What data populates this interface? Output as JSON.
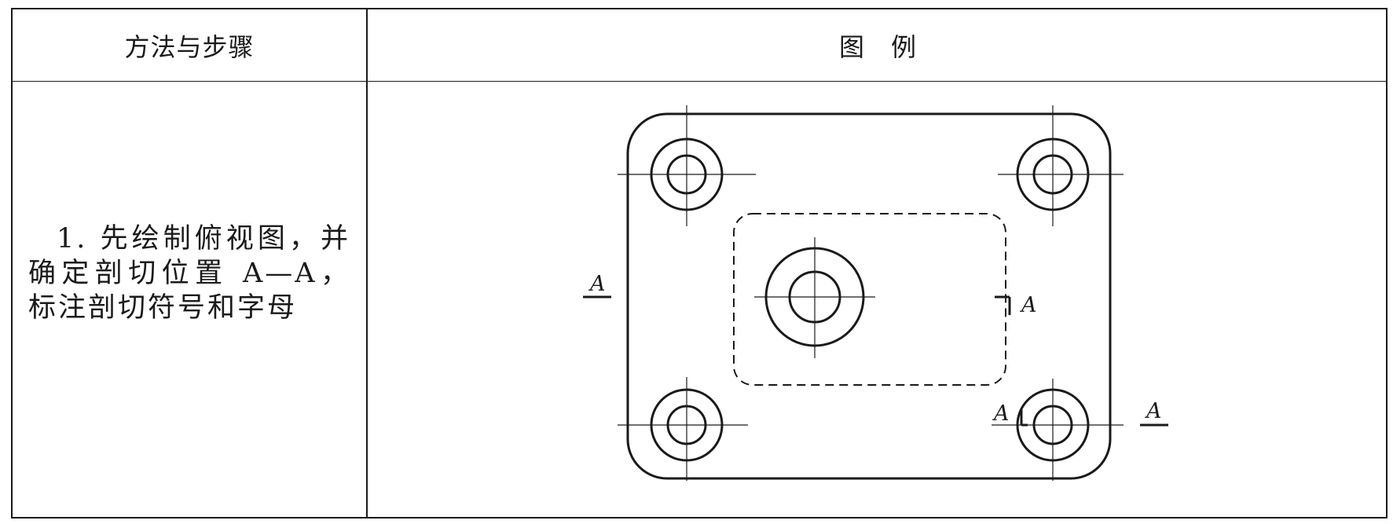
{
  "table": {
    "headers": [
      "方法与步骤",
      "图例"
    ],
    "rows": [
      {
        "step_text": "1. 先绘制俯视图，并确定剖切位置 A—A，标注剖切符号和字母"
      }
    ]
  },
  "figure": {
    "section_labels": [
      "A",
      "A",
      "A",
      "A"
    ]
  }
}
